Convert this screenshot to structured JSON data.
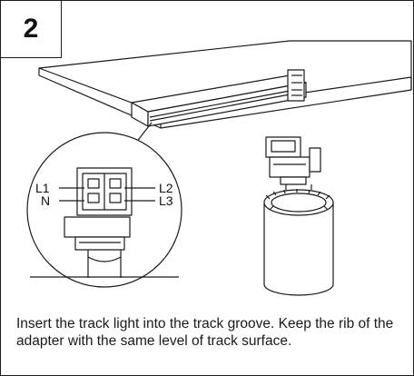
{
  "step": {
    "number": "2"
  },
  "labels": {
    "l1": "L1",
    "n": "N",
    "l2": "L2",
    "l3": "L3"
  },
  "caption": {
    "text": "Insert the track light into the track groove. Keep the rib of the adapter with the same level of track surface."
  }
}
